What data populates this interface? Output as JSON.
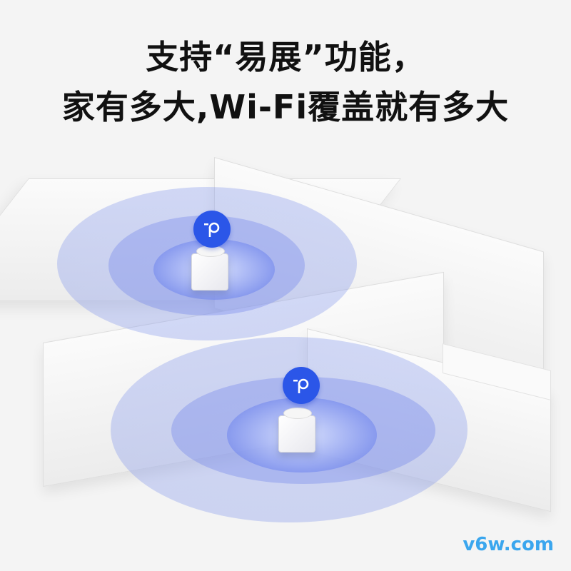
{
  "headline": {
    "line1": "支持“易展”功能，",
    "line2": "家有多大,Wi-Fi覆盖就有多大"
  },
  "illustration": {
    "floors": 2,
    "routers": [
      {
        "floor": "upper",
        "badge_icon": "brand-p-icon"
      },
      {
        "floor": "lower",
        "badge_icon": "brand-p-icon"
      }
    ],
    "signal_color": "#6f85ec",
    "badge_color": "#2b56e8"
  },
  "watermark": {
    "text": "v6w.com",
    "color": "#3aa6ee"
  }
}
